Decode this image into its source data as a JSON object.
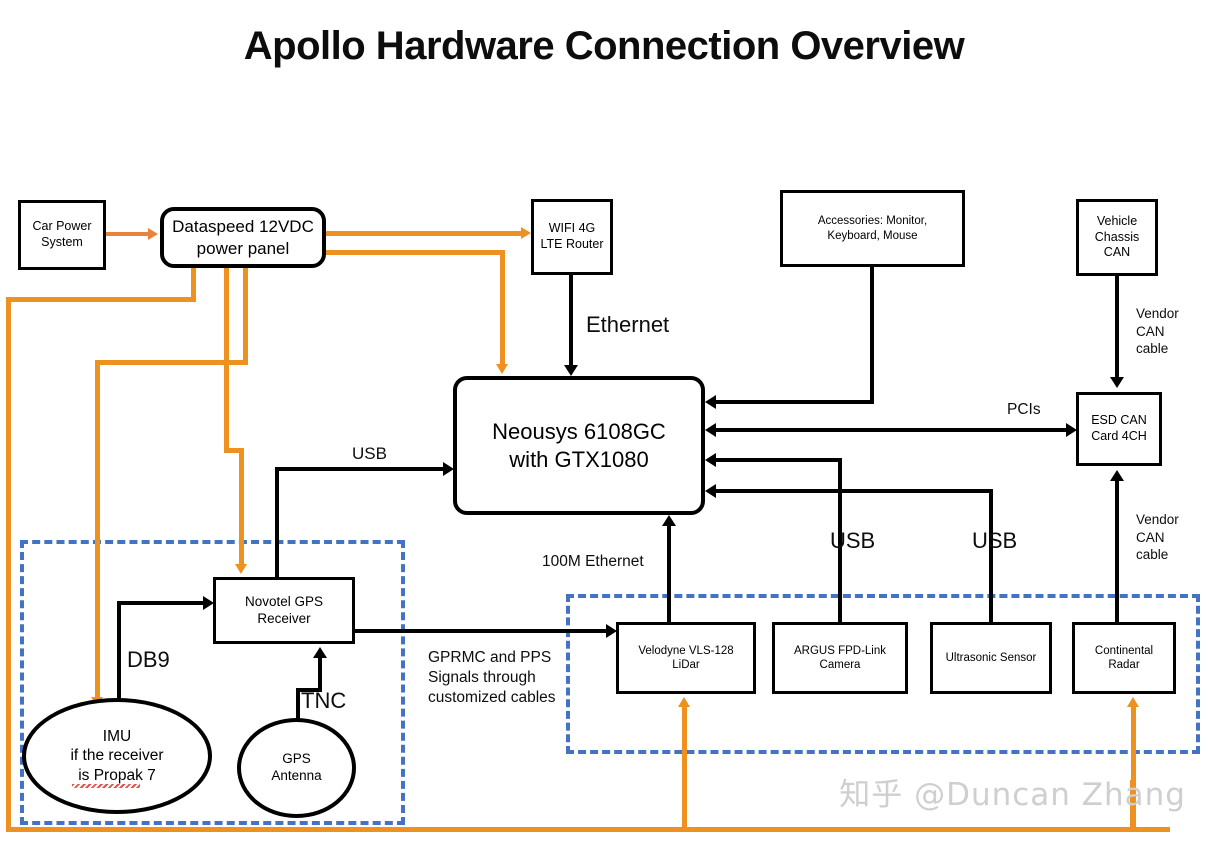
{
  "title": "Apollo Hardware Connection Overview",
  "watermark": "知乎 @Duncan Zhang",
  "colors": {
    "power_orange": "#ED9121",
    "power_orange_dark": "#E8833A",
    "group_blue": "#4472C4",
    "wire_black": "#000000"
  },
  "nodes": {
    "car_power": "Car Power\nSystem",
    "dataspeed": "Dataspeed 12VDC\npower panel",
    "wifi_router": "WIFI 4G\nLTE Router",
    "accessories": "Accessories: Monitor,\nKeyboard, Mouse",
    "vehicle_chassis_can": "Vehicle\nChassis\nCAN",
    "esd_can": "ESD CAN\nCard 4CH",
    "neousys": "Neousys 6108GC\nwith GTX1080",
    "novotel": "Novotel GPS\nReceiver",
    "imu": "IMU\nif the receiver\nis Propak 7",
    "gps_antenna": "GPS\nAntenna",
    "lidar": "Velodyne VLS-128\nLiDar",
    "camera": "ARGUS FPD-Link\nCamera",
    "ultrasonic": "Ultrasonic Sensor",
    "radar": "Continental\nRadar"
  },
  "edge_labels": {
    "ethernet": "Ethernet",
    "pcis": "PCIs",
    "vendor_can_cable_top": "Vendor\nCAN\ncable",
    "vendor_can_cable_bottom": "Vendor\nCAN\ncable",
    "usb_left": "USB",
    "usb_camera": "USB",
    "usb_ultrasonic": "USB",
    "ethernet_100m": "100M Ethernet",
    "db9": "DB9",
    "tnc": "TNC",
    "gprmc": "GPRMC and PPS\nSignals through\ncustomized cables"
  }
}
